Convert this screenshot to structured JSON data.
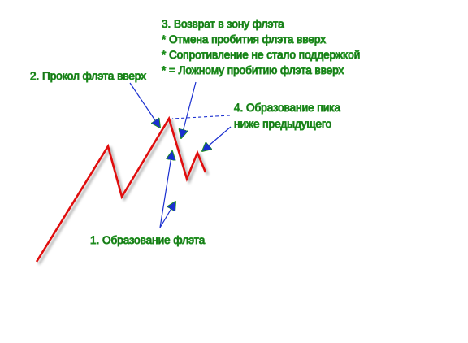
{
  "colors": {
    "channel_lines": "#1f8f1f",
    "price_line": "#e01010",
    "arrows": "#1a2fd0",
    "text": "#111111"
  },
  "labels": {
    "flat_formation": "1. Образование флэта",
    "breakout": "2. Прокол флэта вверх",
    "return": {
      "line1": "3. Возврат в зону флэта",
      "line2": "* Отмена пробития флэта вверх",
      "line3": "* Сопротивление не стало поддержкой",
      "line4": "* = Ложному пробитию флэта вверх"
    },
    "lower_peak": {
      "line1": "4. Образование пика",
      "line2": "ниже предыдущего"
    }
  }
}
